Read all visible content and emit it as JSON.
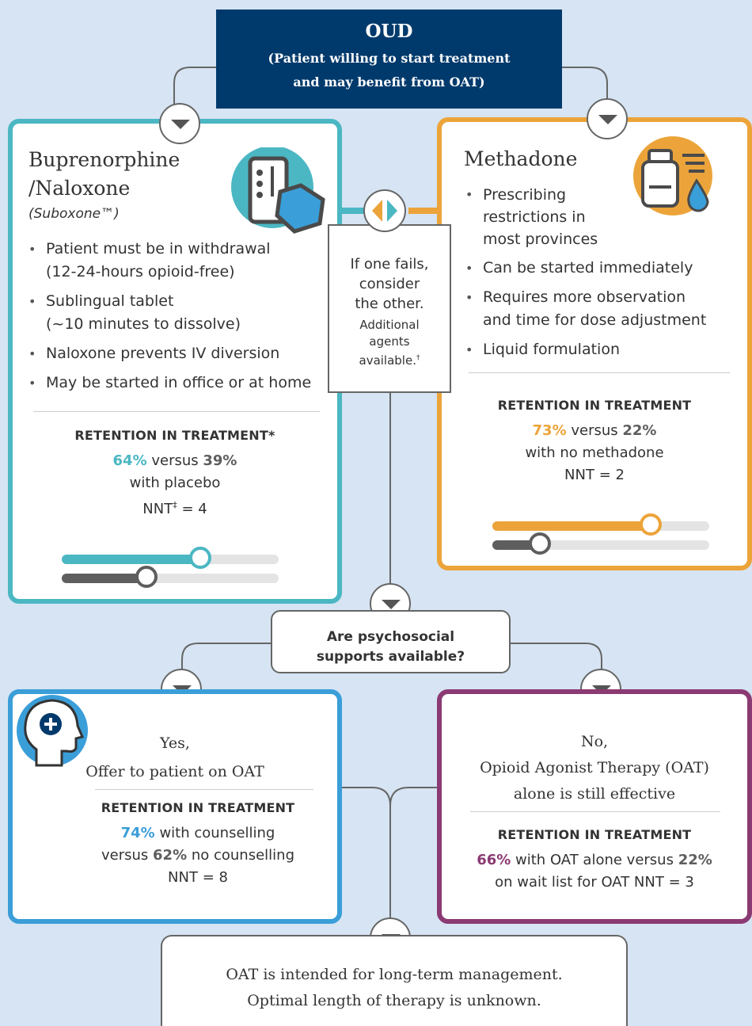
{
  "colors": {
    "teal": "#4bb7c3",
    "orange": "#eca43a",
    "blue": "#3a9ed8",
    "purple": "#8b3a73",
    "navy": "#003a6c",
    "gray": "#5e5e5e"
  },
  "top": {
    "title": "OUD",
    "line1": "(Patient willing to start treatment",
    "line2": "and may benefit from OAT)"
  },
  "bup": {
    "title1": "Buprenorphine",
    "title2": "/Naloxone",
    "subtitle": "(Suboxone™)",
    "bullets": [
      {
        "l1": "Patient must be in withdrawal",
        "l2": "(12-24-hours opioid-free)"
      },
      {
        "l1": "Sublingual tablet",
        "l2": "(~10 minutes to dissolve)"
      },
      {
        "l1": "Naloxone prevents IV diversion",
        "l2": ""
      },
      {
        "l1": "May be started in office or at home",
        "l2": ""
      }
    ],
    "ret_heading": "RETENTION IN TREATMENT*",
    "pct_a": "64%",
    "versus": "versus",
    "pct_b": "39%",
    "line2": "with placebo",
    "nnt_prefix": "NNT",
    "nnt_sup": "‡",
    "nnt_suffix": " = 4",
    "bar_a": 64,
    "bar_b": 39,
    "icon": "pill-blister-icon"
  },
  "meth": {
    "title": "Methadone",
    "bullets": [
      {
        "l1": "Prescribing",
        "l2": "restrictions in",
        "l3": "most provinces"
      },
      {
        "l1": "Can be started immediately"
      },
      {
        "l1": "Requires more observation",
        "l2": "and time for dose adjustment"
      },
      {
        "l1": "Liquid formulation"
      }
    ],
    "ret_heading": "RETENTION IN TREATMENT",
    "pct_a": "73%",
    "versus": "versus",
    "pct_b": "22%",
    "line2": "with no methadone",
    "nnt": "NNT = 2",
    "bar_a": 73,
    "bar_b": 22,
    "icon": "liquid-bottle-icon"
  },
  "middle": {
    "l1": "If one fails,",
    "l2": "consider",
    "l3": "the other.",
    "s1": "Additional",
    "s2": "agents",
    "s3": "available.",
    "sup": "†",
    "icon": "swap-arrows-icon"
  },
  "question": {
    "l1": "Are psychosocial",
    "l2": "supports available?"
  },
  "yes": {
    "title1": "Yes,",
    "title2": "Offer to patient on OAT",
    "ret_heading": "RETENTION IN TREATMENT",
    "pct_a": "74%",
    "mid": "with counselling",
    "pre_b": "versus",
    "pct_b": "62%",
    "post_b": "no counselling",
    "nnt": "NNT = 8",
    "icon": "head-plus-icon"
  },
  "no": {
    "title1": "No,",
    "title2": "Opioid Agonist Therapy (OAT)",
    "title3": "alone is still effective",
    "ret_heading": "RETENTION IN TREATMENT",
    "pct_a": "66%",
    "mid": "with OAT alone versus",
    "pct_b": "22%",
    "line2": "on wait list for OAT NNT = 3"
  },
  "final": {
    "l1": "OAT is intended for long-term management.",
    "l2": "Optimal length of therapy is unknown."
  }
}
